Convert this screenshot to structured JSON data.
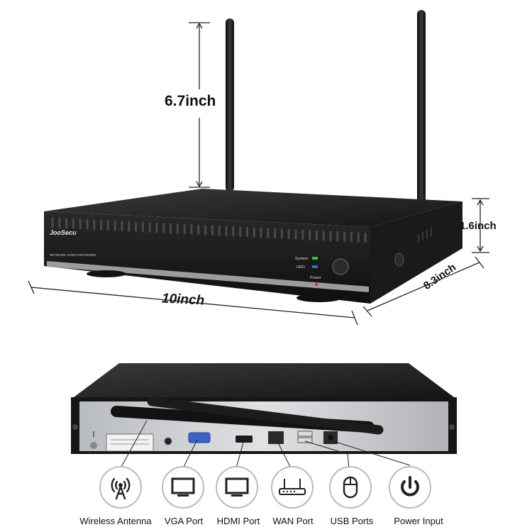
{
  "dimensions": {
    "antenna_height": "6.7inch",
    "width": "10inch",
    "depth": "8.3inch",
    "box_height": "1.6inch"
  },
  "device_front": {
    "brand": "JooSecu",
    "model_text": "NETWORK VIDEO RECORDER",
    "indicators": [
      "System",
      "HDD",
      "Power"
    ]
  },
  "ports": [
    {
      "label": "Wireless Antenna",
      "icon": "antenna-icon"
    },
    {
      "label": "VGA Port",
      "icon": "monitor-icon"
    },
    {
      "label": "HDMI Port",
      "icon": "monitor-icon"
    },
    {
      "label": "WAN Port",
      "icon": "router-icon"
    },
    {
      "label": "USB Ports",
      "icon": "mouse-icon"
    },
    {
      "label": "Power Input",
      "icon": "power-icon"
    }
  ],
  "colors": {
    "device_body": "#1e1e1e",
    "panel_metal": "#c9cccf",
    "led_system": "#3dbb3d",
    "led_hdd": "#2f6fd6",
    "led_power": "#e02020"
  }
}
